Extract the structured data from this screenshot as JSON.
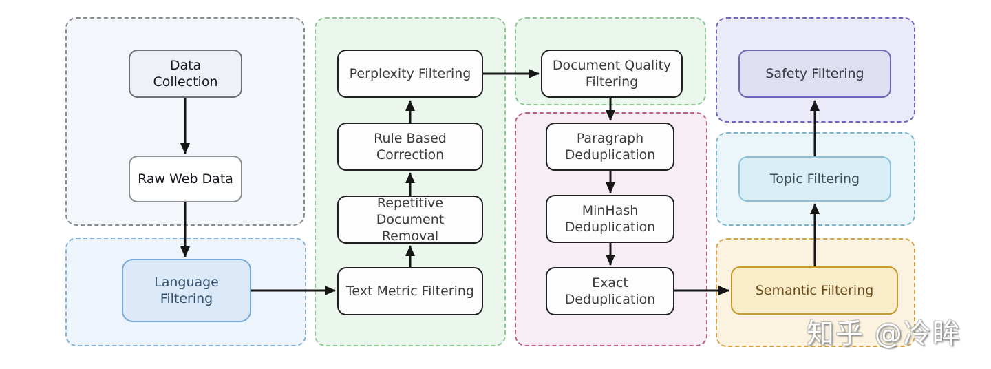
{
  "diagram": {
    "nodes": {
      "data_collection": {
        "label": "Data Collection"
      },
      "raw_web_data": {
        "label": "Raw Web Data"
      },
      "language_filtering": {
        "label": "Language\nFiltering"
      },
      "text_metric_filtering": {
        "label": "Text Metric Filtering"
      },
      "repetitive_document_removal": {
        "label": "Repetitive Document\nRemoval"
      },
      "rule_based_correction": {
        "label": "Rule Based\nCorrection"
      },
      "perplexity_filtering": {
        "label": "Perplexity Filtering"
      },
      "document_quality_filtering": {
        "label": "Document Quality\nFiltering"
      },
      "paragraph_deduplication": {
        "label": "Paragraph\nDeduplication"
      },
      "minhash_deduplication": {
        "label": "MinHash\nDeduplication"
      },
      "exact_deduplication": {
        "label": "Exact\nDeduplication"
      },
      "semantic_filtering": {
        "label": "Semantic Filtering"
      },
      "topic_filtering": {
        "label": "Topic Filtering"
      },
      "safety_filtering": {
        "label": "Safety Filtering"
      }
    },
    "edges": [
      {
        "from": "data_collection",
        "to": "raw_web_data"
      },
      {
        "from": "raw_web_data",
        "to": "language_filtering"
      },
      {
        "from": "language_filtering",
        "to": "text_metric_filtering"
      },
      {
        "from": "text_metric_filtering",
        "to": "repetitive_document_removal"
      },
      {
        "from": "repetitive_document_removal",
        "to": "rule_based_correction"
      },
      {
        "from": "rule_based_correction",
        "to": "perplexity_filtering"
      },
      {
        "from": "perplexity_filtering",
        "to": "document_quality_filtering"
      },
      {
        "from": "document_quality_filtering",
        "to": "paragraph_deduplication"
      },
      {
        "from": "paragraph_deduplication",
        "to": "minhash_deduplication"
      },
      {
        "from": "minhash_deduplication",
        "to": "exact_deduplication"
      },
      {
        "from": "exact_deduplication",
        "to": "semantic_filtering"
      },
      {
        "from": "semantic_filtering",
        "to": "topic_filtering"
      },
      {
        "from": "topic_filtering",
        "to": "safety_filtering"
      }
    ],
    "watermark": "知乎 @冷眸",
    "colors": {
      "arrow": "#161616",
      "groups": {
        "collection": {
          "bg": "#f3f6fa",
          "border": "#8c8c8c"
        },
        "language": {
          "bg": "#edf4fb",
          "border": "#84aed5"
        },
        "heuristic": {
          "bg": "#ebf6ec",
          "border": "#8ec791"
        },
        "doc_quality": {
          "bg": "#ebf6ec",
          "border": "#8ec791"
        },
        "dedup": {
          "bg": "#f7eef5",
          "border": "#bc5f86"
        },
        "safety": {
          "bg": "#eaeaf8",
          "border": "#6f66be"
        },
        "topic": {
          "bg": "#eaf6fa",
          "border": "#7db2c6"
        },
        "semantic": {
          "bg": "#fbf3df",
          "border": "#d3a24d"
        }
      },
      "nodes": {
        "data_collection": {
          "bg": "#eef1f8",
          "border": "#6e7078",
          "text": "#16181d"
        },
        "raw_web_data": {
          "bg": "#ffffff",
          "border": "#888b90",
          "text": "#16181d"
        },
        "language_filtering": {
          "bg": "#dce9f8",
          "border": "#77a8d8",
          "text": "#31506f"
        },
        "plain": {
          "bg": "#fdfdfd",
          "border": "#212121",
          "text": "#3c3c3c"
        },
        "safety_filtering": {
          "bg": "#dee0f2",
          "border": "#6c64b8",
          "text": "#36363f"
        },
        "topic_filtering": {
          "bg": "#d9eff8",
          "border": "#8ac1d5",
          "text": "#3b4b53"
        },
        "semantic_filtering": {
          "bg": "#f9ecc8",
          "border": "#c6992f",
          "text": "#6e4c1a"
        }
      }
    }
  }
}
